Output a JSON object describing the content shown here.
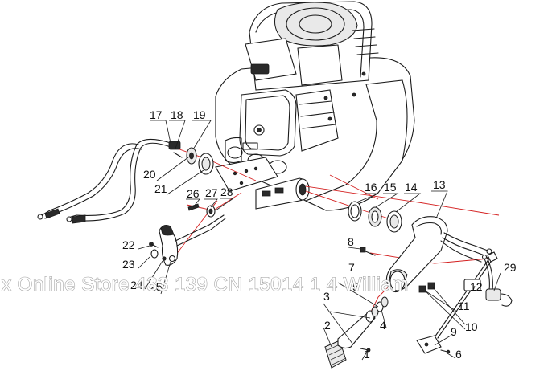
{
  "watermark": "x Online Store 433 139    CN 15014   1   4 William",
  "callouts": [
    {
      "label": "1"
    },
    {
      "label": "2"
    },
    {
      "label": "3"
    },
    {
      "label": "4"
    },
    {
      "label": "5"
    },
    {
      "label": "6"
    },
    {
      "label": "7"
    },
    {
      "label": "8"
    },
    {
      "label": "9"
    },
    {
      "label": "10"
    },
    {
      "label": "11"
    },
    {
      "label": "12"
    },
    {
      "label": "13"
    },
    {
      "label": "14"
    },
    {
      "label": "15"
    },
    {
      "label": "16"
    },
    {
      "label": "17"
    },
    {
      "label": "18"
    },
    {
      "label": "19"
    },
    {
      "label": "20"
    },
    {
      "label": "21"
    },
    {
      "label": "22"
    },
    {
      "label": "23"
    },
    {
      "label": "24"
    },
    {
      "label": "25"
    },
    {
      "label": "26"
    },
    {
      "label": "27"
    },
    {
      "label": "28"
    },
    {
      "label": "29"
    }
  ]
}
